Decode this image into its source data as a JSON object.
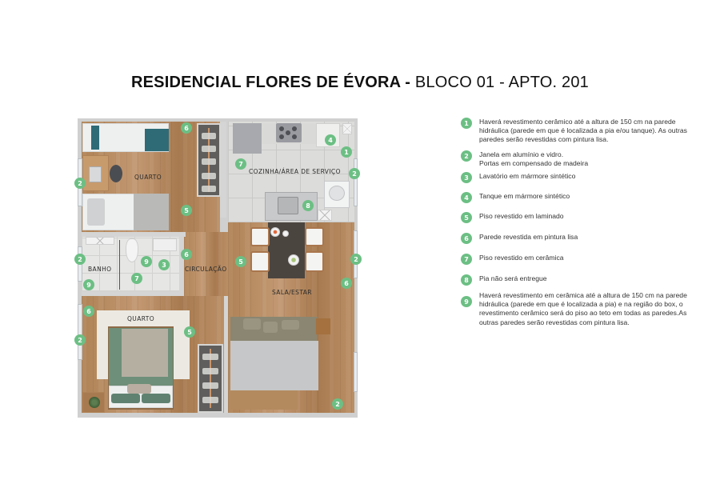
{
  "header": {
    "title_bold": "RESIDENCIAL FLORES DE ÉVORA -",
    "title_light": " BLOCO 01 - APTO. 201"
  },
  "plan": {
    "rooms": {
      "quarto_1": "QUARTO",
      "cozinha": "COZINHA/ÁREA DE SERVIÇO",
      "banho": "BANHO",
      "circulacao": "CIRCULAÇÃO",
      "sala": "SALA/ESTAR",
      "quarto_2": "QUARTO"
    },
    "markers": [
      {
        "id": "m1",
        "n": "6"
      },
      {
        "id": "m2",
        "n": "2"
      },
      {
        "id": "m3",
        "n": "5"
      },
      {
        "id": "m4",
        "n": "4"
      },
      {
        "id": "m5",
        "n": "1"
      },
      {
        "id": "m6",
        "n": "7"
      },
      {
        "id": "m7",
        "n": "2"
      },
      {
        "id": "m8",
        "n": "8"
      },
      {
        "id": "m9",
        "n": "2"
      },
      {
        "id": "m10",
        "n": "9"
      },
      {
        "id": "m11",
        "n": "3"
      },
      {
        "id": "m12",
        "n": "6"
      },
      {
        "id": "m13",
        "n": "7"
      },
      {
        "id": "m14",
        "n": "9"
      },
      {
        "id": "m15",
        "n": "5"
      },
      {
        "id": "m16",
        "n": "2"
      },
      {
        "id": "m17",
        "n": "6"
      },
      {
        "id": "m18",
        "n": "6"
      },
      {
        "id": "m19",
        "n": "5"
      },
      {
        "id": "m20",
        "n": "2"
      },
      {
        "id": "m21",
        "n": "2"
      }
    ],
    "badge_color": "#6cbf84"
  },
  "legend": {
    "items": [
      {
        "n": "1",
        "text": "Haverá revestimento cerâmico até a altura de 150 cm na parede hidráulica (parede em que é localizada a pia e/ou tanque). As outras paredes serão revestidas com pintura lisa."
      },
      {
        "n": "2",
        "text": "Janela em alumínio e vidro.\nPortas em compensado de madeira"
      },
      {
        "n": "3",
        "text": "Lavatório em mármore sintético"
      },
      {
        "n": "4",
        "text": "Tanque em mármore sintético"
      },
      {
        "n": "5",
        "text": "Piso revestido em laminado"
      },
      {
        "n": "6",
        "text": "Parede revestida em pintura lisa"
      },
      {
        "n": "7",
        "text": "Piso revestido em cerâmica"
      },
      {
        "n": "8",
        "text": "Pia não será entregue"
      },
      {
        "n": "9",
        "text": "Haverá revestimento em cerâmica até a altura de 150 cm na parede hidráulica (parede em que é localizada a pia) e na região do box, o revestimento cerâmico será do piso ao teto em todas as paredes.As outras paredes serão revestidas com pintura lisa."
      }
    ]
  }
}
